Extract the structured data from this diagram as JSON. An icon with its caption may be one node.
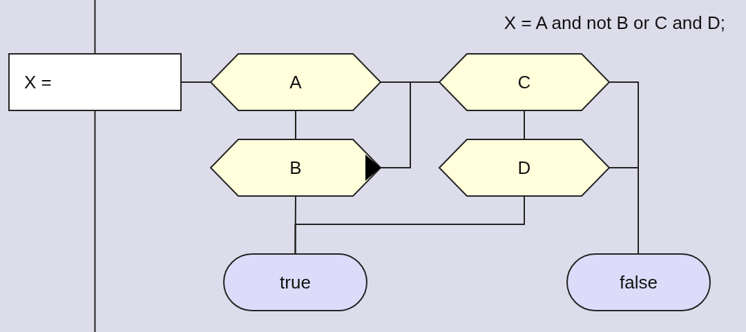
{
  "diagram": {
    "nodes": [
      {
        "text": [
          "X ="
        ]
      },
      {
        "text": [
          "A"
        ]
      },
      {
        "text": [
          "C"
        ]
      },
      {
        "text": [
          "B"
        ]
      },
      {
        "text": [
          "D"
        ]
      },
      {
        "text": [
          "true"
        ]
      },
      {
        "text": [
          "false"
        ]
      }
    ],
    "edges": [
      {
        "from": 0,
        "to": 1,
        "arrow": "none"
      },
      {
        "from": 1,
        "to": 2,
        "arrow": "none"
      },
      {
        "from": 3,
        "to": 2,
        "arrow": "none"
      },
      {
        "from": 1,
        "to": 3,
        "arrow": "none"
      },
      {
        "from": 2,
        "to": 4,
        "arrow": "none"
      },
      {
        "from": 3,
        "to": 5,
        "arrow": "none"
      },
      {
        "from": 4,
        "to": 5,
        "arrow": "none"
      },
      {
        "from": 2,
        "to": 6,
        "arrow": "none"
      },
      {
        "from": 4,
        "to": 6,
        "arrow": "none"
      }
    ],
    "labels": [
      "X = A and not B or C and D;"
    ]
  }
}
